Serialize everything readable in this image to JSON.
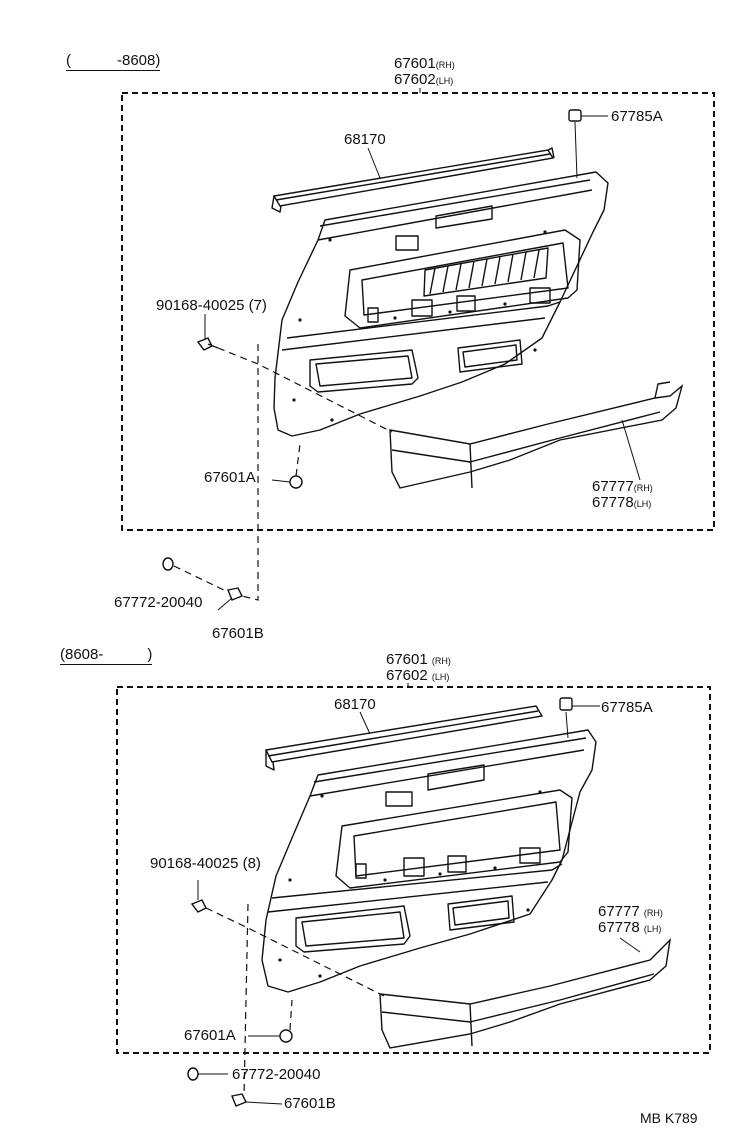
{
  "diagram": {
    "sections": [
      {
        "header": {
          "open": "(",
          "close": "-8608)"
        },
        "labels": {
          "panel_rh": "67601",
          "panel_rh_tag": "(RH)",
          "panel_lh": "67602",
          "panel_lh_tag": "(LH)",
          "weatherstrip": "68170",
          "clip_top": "67785A",
          "screw": "90168-40025 (7)",
          "fastener_a": "67601A",
          "armrest_rh": "67777",
          "armrest_rh_tag": "(RH)",
          "armrest_lh": "67778",
          "armrest_lh_tag": "(LH)",
          "retainer": "67772-20040",
          "fastener_b": "67601B"
        }
      },
      {
        "header": {
          "open": "(8608-",
          "close": ")"
        },
        "labels": {
          "panel_rh": "67601",
          "panel_rh_tag": "(RH)",
          "panel_lh": "67602",
          "panel_lh_tag": "(LH)",
          "weatherstrip": "68170",
          "clip_top": "67785A",
          "screw": "90168-40025 (8)",
          "fastener_a": "67601A",
          "armrest_rh": "67777",
          "armrest_rh_tag": "(RH)",
          "armrest_lh": "67778",
          "armrest_lh_tag": "(LH)",
          "retainer": "67772-20040",
          "fastener_b": "67601B"
        }
      }
    ],
    "footer": "MB  K789"
  }
}
